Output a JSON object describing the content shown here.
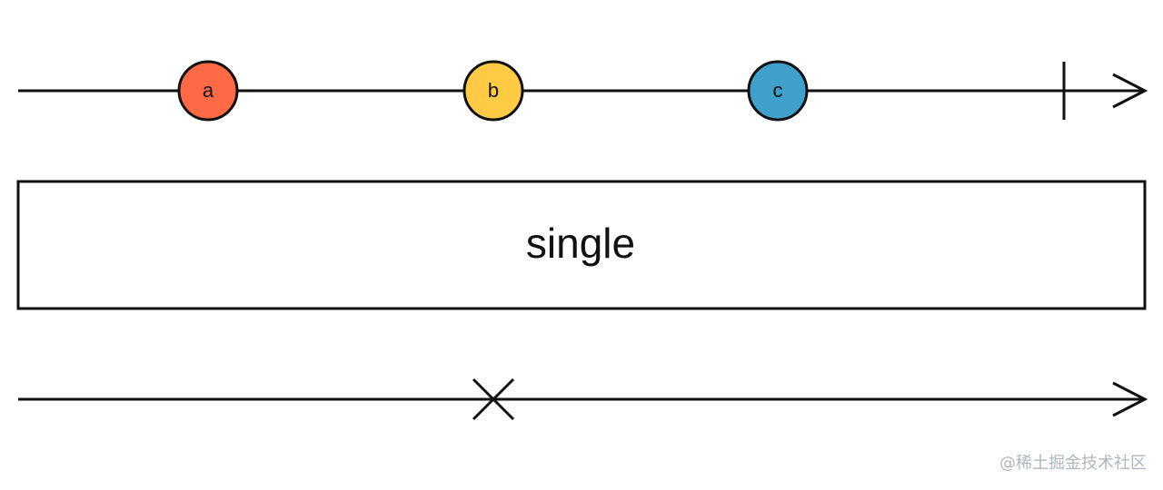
{
  "operator": {
    "label": "single"
  },
  "input": {
    "events": [
      {
        "label": "a",
        "color": "#ff6a46"
      },
      {
        "label": "b",
        "color": "#ffcb45"
      },
      {
        "label": "c",
        "color": "#3ea0cb"
      }
    ],
    "completes": true
  },
  "output": {
    "events": [],
    "terminates_with": "error"
  },
  "watermark": "@稀土掘金技术社区",
  "icons": {
    "complete": "complete-tick-icon",
    "error": "error-x-icon",
    "arrow": "arrowhead-icon"
  }
}
